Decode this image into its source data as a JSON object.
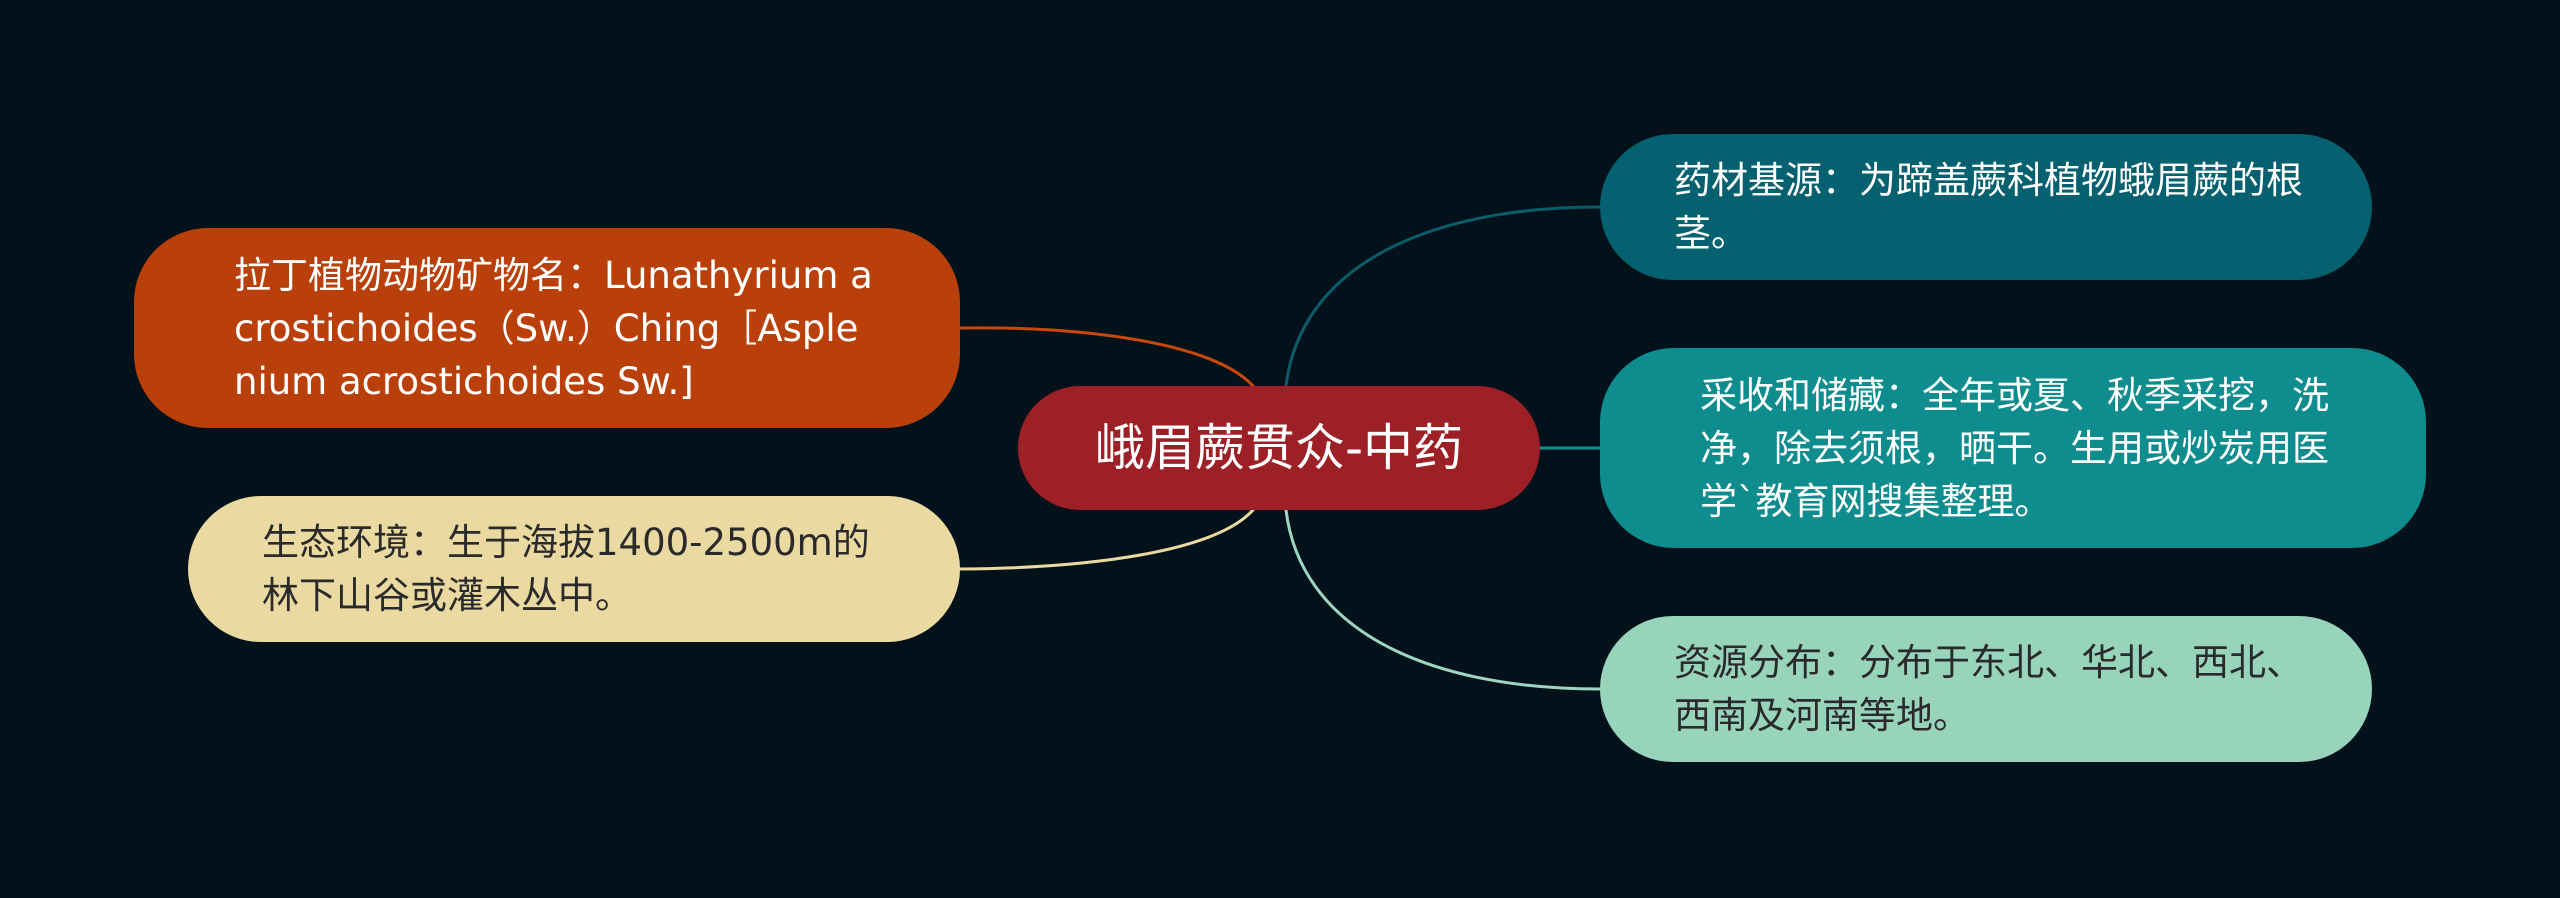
{
  "mindmap": {
    "center": {
      "label": "峨眉蕨贯众-中药",
      "color": "#9e2027"
    },
    "branches": [
      {
        "key": "latin",
        "text": "拉丁植物动物矿物名：Lunathyrium acrostichoides（Sw.）Ching［Asplenium acrostichoides Sw.]",
        "color": "#b9400a",
        "line_color": "#c6480e"
      },
      {
        "key": "habitat",
        "text": "生态环境：生于海拔1400-2500m的林下山谷或灌木丛中。",
        "color": "#eadaa2",
        "line_color": "#eadaa2"
      },
      {
        "key": "source",
        "text": "药材基源：为蹄盖蕨科植物蛾眉蕨的根茎。",
        "color": "#05616f",
        "line_color": "#0a5c69"
      },
      {
        "key": "harvest",
        "text": "采收和储藏：全年或夏、秋季采挖，洗净，除去须根，晒干。生用或炒炭用医学`教育网搜集整理。",
        "color": "#0f8c8e",
        "line_color": "#128e8e"
      },
      {
        "key": "distribution",
        "text": "资源分布：分布于东北、华北、西北、西南及河南等地。",
        "color": "#98d3bc",
        "line_color": "#9fd6c2"
      }
    ]
  }
}
